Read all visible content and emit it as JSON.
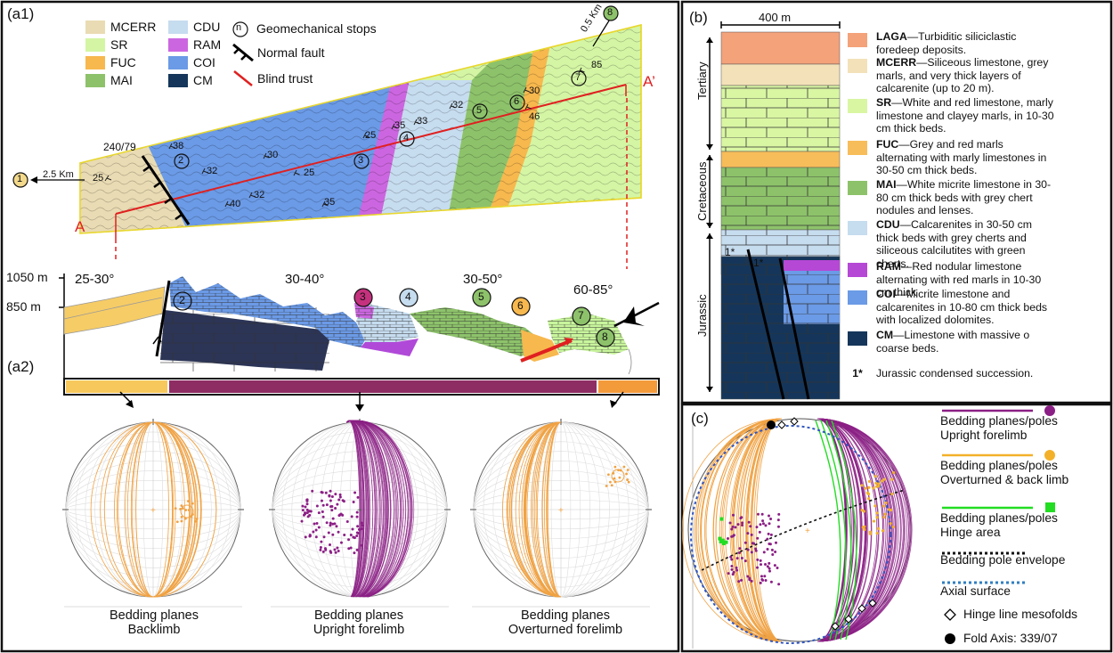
{
  "panels": {
    "a1": "(a1)",
    "a2": "(a2)",
    "b": "(b)",
    "c": "(c)"
  },
  "map_legend": {
    "units": [
      {
        "code": "MCERR",
        "color": "#e9dbb3"
      },
      {
        "code": "SR",
        "color": "#d4f5a4"
      },
      {
        "code": "FUC",
        "color": "#f7b84e"
      },
      {
        "code": "MAI",
        "color": "#8dc26a"
      },
      {
        "code": "CDU",
        "color": "#c6dcef"
      },
      {
        "code": "RAM",
        "color": "#cc66e0"
      },
      {
        "code": "COI",
        "color": "#6b9ae6"
      },
      {
        "code": "CM",
        "color": "#15365a"
      }
    ],
    "stops_symbol": "n",
    "stops_label": "Geomechanical stops",
    "fault_label": "Normal fault",
    "thrust_label": "Blind trust"
  },
  "map": {
    "section_start": "A",
    "section_end": "A’",
    "stop_1": "1",
    "stop_1_distance": "2.5 Km",
    "stop_8": "8",
    "stop_8_distance": "0.5 Km",
    "fault_attitude": "240/79",
    "stops": [
      "2",
      "3",
      "4",
      "5",
      "6",
      "7"
    ],
    "dips": [
      "25",
      "38",
      "32",
      "40",
      "32",
      "30",
      "25",
      "35",
      "25",
      "35",
      "33",
      "32",
      "30",
      "46",
      "85"
    ]
  },
  "section": {
    "elev_top": "1050 m",
    "elev_bottom": "850 m",
    "dip_ranges": [
      "25-30°",
      "30-40°",
      "30-50°",
      "60-85°"
    ],
    "stops": [
      "2",
      "3",
      "4",
      "5",
      "6",
      "7",
      "8"
    ],
    "strip_colors": [
      "#f7c85c",
      "#8e2d63",
      "#f39a3b"
    ]
  },
  "stereonets": [
    {
      "title": "Bedding planes",
      "subtitle": "Backlimb",
      "color": "#f0a243"
    },
    {
      "title": "Bedding planes",
      "subtitle": "Upright forelimb",
      "color": "#8b1f85"
    },
    {
      "title": "Bedding planes",
      "subtitle": "Overturned forelimb",
      "color": "#f0a243"
    }
  ],
  "strat_column": {
    "scale_label": "400 m",
    "periods": [
      "Tertiary",
      "Cretaceous",
      "Jurassic"
    ],
    "marker": "1*"
  },
  "strat_legend": [
    {
      "code": "LAGA",
      "text": "—Turbiditic siliciclastic foredeep deposits.",
      "color": "#f4a27a"
    },
    {
      "code": "MCERR",
      "text": "—Siliceous limestone, grey marls, and very thick layers of calcarenite (up to 20 m).",
      "color": "#f3e2b9"
    },
    {
      "code": "SR",
      "text": "—White and red limestone, marly limestone and clayey marls, in 10-30 cm thick beds.",
      "color": "#d9f6a3"
    },
    {
      "code": "FUC",
      "text": "—Grey and red marls alternating with marly limestones in 30-50 cm thick beds.",
      "color": "#f7bd5a"
    },
    {
      "code": "MAI",
      "text": "—White micrite limestone in 30-80 cm thick beds with grey chert nodules and lenses.",
      "color": "#8dc26a"
    },
    {
      "code": "CDU",
      "text": "—Calcarenites in 30-50 cm thick beds with grey cherts and siliceous calcilutites with green cherts.",
      "color": "#c6dcef"
    },
    {
      "code": "RAM",
      "text": "—Red nodular limestone alternating with red marls in 10-30 cm thick",
      "color": "#b648d6"
    },
    {
      "code": "COI",
      "text": "—Micrite limestone and calcarenites in 10-80 cm thick beds with localized dolomites.",
      "color": "#6b9ae6"
    },
    {
      "code": "CM",
      "text": "—Limestone with massive o coarse beds.",
      "color": "#15365a"
    },
    {
      "code": "1*",
      "text": "Jurassic condensed succession.",
      "color": ""
    }
  ],
  "c_legend": [
    {
      "line1": "Bedding planes/poles",
      "line2": "Upright forelimb",
      "color": "#8b1f85"
    },
    {
      "line1": "Bedding planes/poles",
      "line2": "Overturned & back limb",
      "color": "#f3b12a"
    },
    {
      "line1": "Bedding planes/poles",
      "line2": "Hinge area",
      "color": "#22dd22"
    },
    {
      "line1": "Bedding pole envelope",
      "line2": "",
      "color": "#111111"
    },
    {
      "line1": "Axial surface",
      "line2": "",
      "color": "#2f7fc1"
    },
    {
      "line1": "Hinge line mesofolds",
      "line2": "",
      "color": "#000000"
    },
    {
      "line1": "Fold Axis: 339/07",
      "line2": "",
      "color": "#000000"
    }
  ]
}
